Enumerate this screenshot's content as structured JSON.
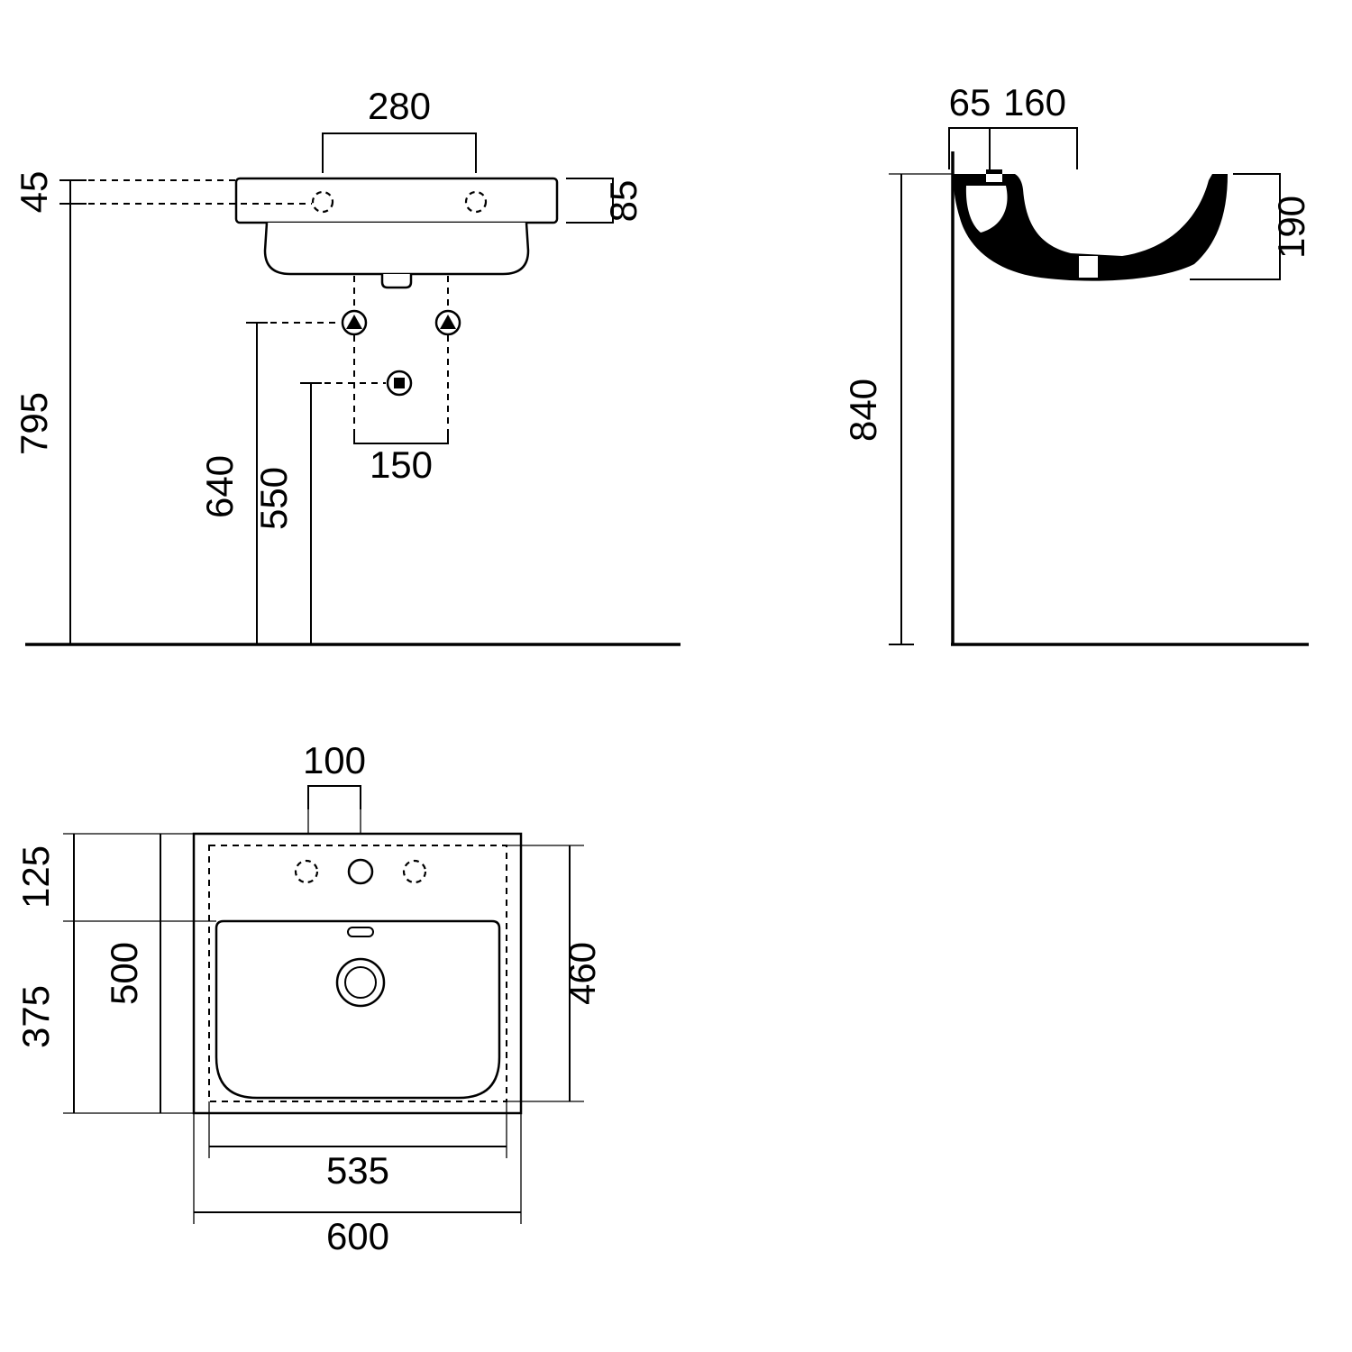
{
  "colors": {
    "line": "#000000",
    "background": "#ffffff"
  },
  "front_view": {
    "d280": "280",
    "d45": "45",
    "d85": "85",
    "d795": "795",
    "d640": "640",
    "d550": "550",
    "d150": "150"
  },
  "side_view": {
    "d65": "65",
    "d160": "160",
    "d190": "190",
    "d840": "840"
  },
  "plan_view": {
    "d100": "100",
    "d125": "125",
    "d375": "375",
    "d500": "500",
    "d460": "460",
    "d535": "535",
    "d600": "600"
  }
}
